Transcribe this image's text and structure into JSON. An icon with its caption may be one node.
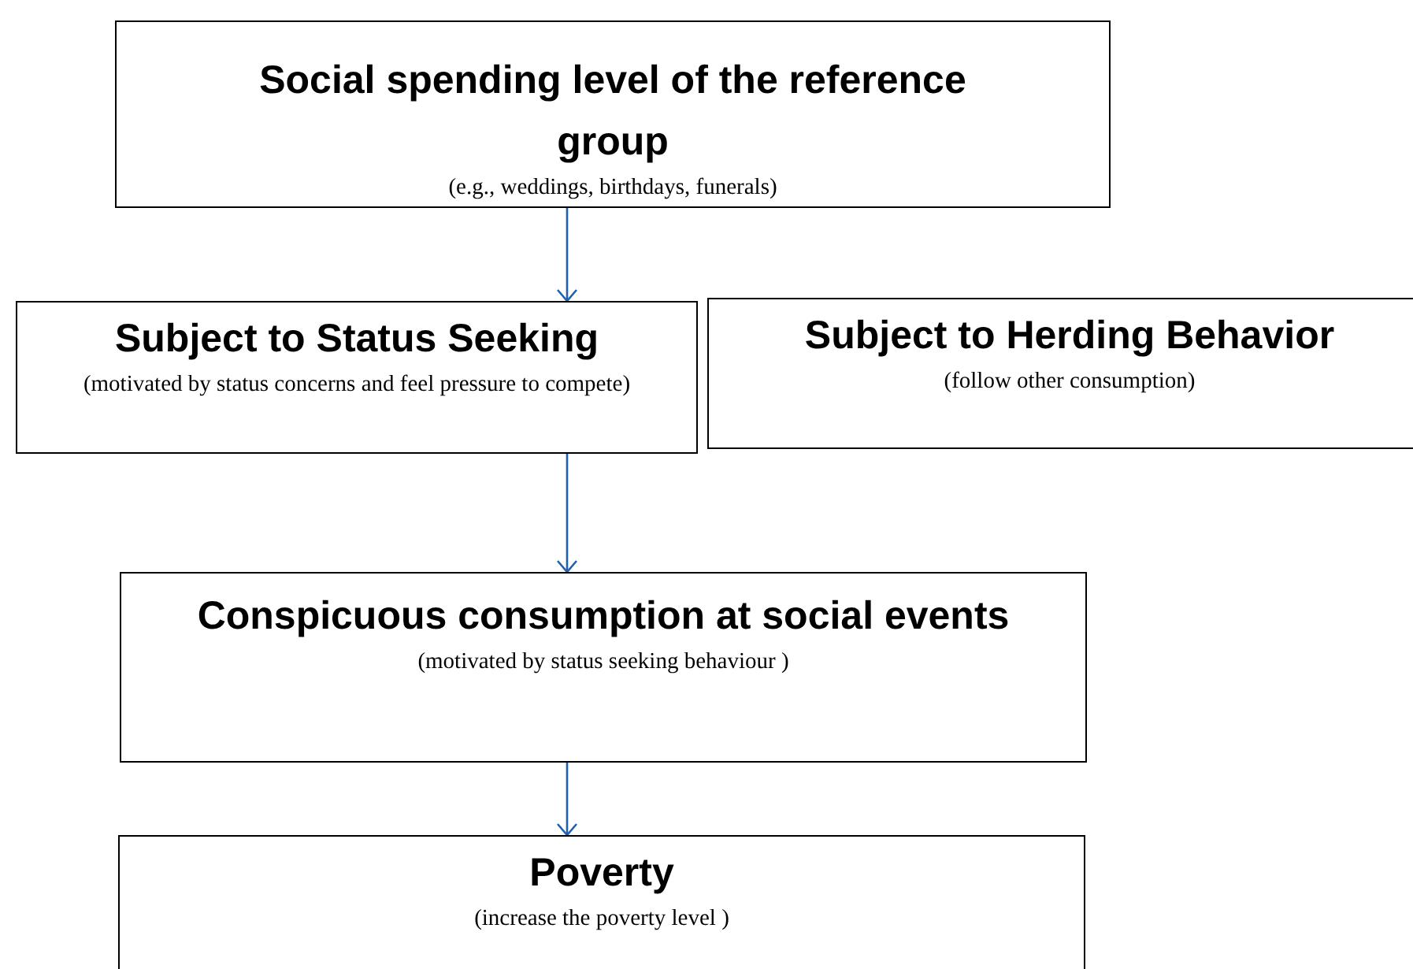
{
  "diagram": {
    "nodes": [
      {
        "text": [
          "Social spending level of the reference group",
          "(e.g., weddings, birthdays, funerals)"
        ]
      },
      {
        "text": [
          "Subject to Status Seeking",
          "(motivated by status concerns and feel pressure to compete)"
        ]
      },
      {
        "text": [
          "Subject to Herding Behavior",
          "(follow other consumption)"
        ]
      },
      {
        "text": [
          "Conspicuous consumption at social events",
          "(motivated by status seeking behaviour )"
        ]
      },
      {
        "text": [
          "Poverty",
          "(increase the poverty level )"
        ]
      }
    ],
    "edges": [
      {
        "from": 0,
        "to": 1,
        "arrow": "to"
      },
      {
        "from": 1,
        "to": 3,
        "arrow": "to"
      },
      {
        "from": 3,
        "to": 4,
        "arrow": "to"
      }
    ]
  }
}
